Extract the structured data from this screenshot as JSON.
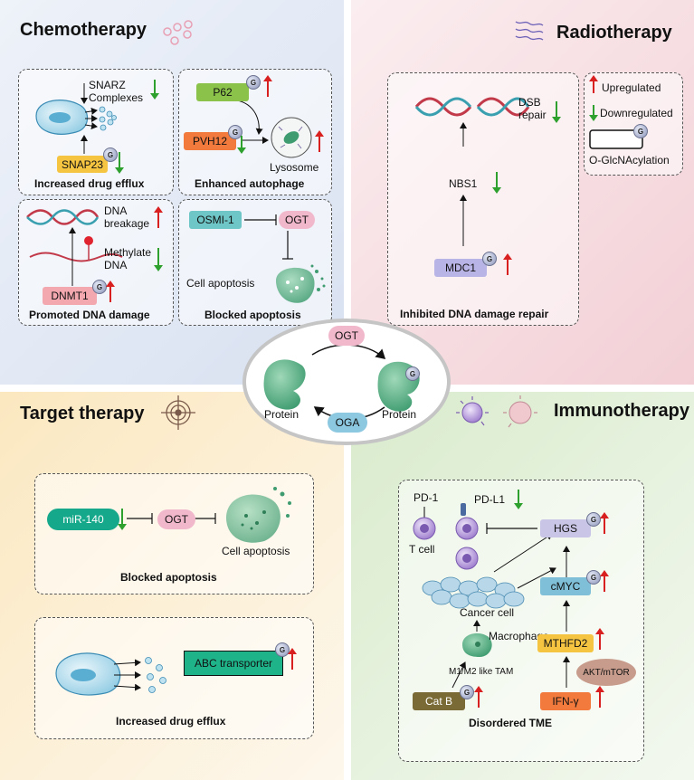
{
  "chemo": {
    "title": "Chemotherapy",
    "efflux": {
      "snarz": "SNARZ\nComplexes",
      "snap23": "SNAP23",
      "caption": "Increased drug efflux"
    },
    "autophage": {
      "p62": "P62",
      "pvh12": "PVH12",
      "lysosome": "Lysosome",
      "caption": "Enhanced autophage"
    },
    "dna": {
      "breakage": "DNA\nbreakage",
      "methylate": "Methylate\nDNA",
      "dnmt1": "DNMT1",
      "caption": "Promoted DNA damage"
    },
    "apoptosis": {
      "osmi": "OSMI-1",
      "ogt": "OGT",
      "cell": "Cell apoptosis",
      "caption": "Blocked apoptosis"
    }
  },
  "radio": {
    "title": "Radiotherapy",
    "dsb": "DSB\nrepair",
    "nbs1": "NBS1",
    "mdc1": "MDC1",
    "caption": "Inhibited DNA damage repair",
    "legend": {
      "up": "Upregulated",
      "down": "Downregulated",
      "glc": "O-GlcNAcylation"
    }
  },
  "center": {
    "ogt": "OGT",
    "oga": "OGA",
    "protein_left": "Protein",
    "protein_right": "Protein"
  },
  "target": {
    "title": "Target therapy",
    "apoptosis": {
      "mir": "miR-140",
      "ogt": "OGT",
      "cell": "Cell apoptosis",
      "caption": "Blocked apoptosis"
    },
    "efflux": {
      "abc": "ABC transporter",
      "caption": "Increased drug efflux"
    }
  },
  "immuno": {
    "title": "Immunotherapy",
    "pd1": "PD-1",
    "pdl1": "PD-L1",
    "tcell": "T cell",
    "hgs": "HGS",
    "cmyc": "cMYC",
    "cancer": "Cancer cell",
    "macrophage": "Macrophage",
    "tam": "M1/M2 like TAM",
    "mthfd2": "MTHFD2",
    "akt": "AKT/mTOR",
    "catb": "Cat B",
    "ifn": "IFN-γ",
    "caption": "Disordered TME"
  },
  "g_label": "G",
  "colors": {
    "up": "#d92020",
    "down": "#2ea02e",
    "chemo_bg": "#dfe6f3",
    "radio_bg": "#f6dde1",
    "target_bg": "#fbf0d8",
    "immuno_bg": "#e6f0dd"
  }
}
